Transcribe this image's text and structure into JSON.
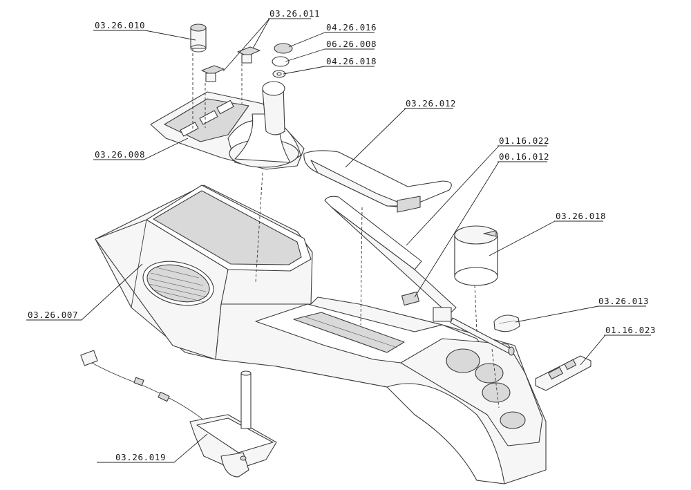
{
  "callouts": {
    "c_03_26_010": "03.26.010",
    "c_03_26_011": "03.26.011",
    "c_04_26_016": "04.26.016",
    "c_06_26_008": "06.26.008",
    "c_04_26_018": "04.26.018",
    "c_03_26_008": "03.26.008",
    "c_03_26_012": "03.26.012",
    "c_01_16_022": "01.16.022",
    "c_00_16_012": "00.16.012",
    "c_03_26_018": "03.26.018",
    "c_03_26_013": "03.26.013",
    "c_01_16_023": "01.16.023",
    "c_03_26_007": "03.26.007",
    "c_03_26_019": "03.26.019"
  }
}
